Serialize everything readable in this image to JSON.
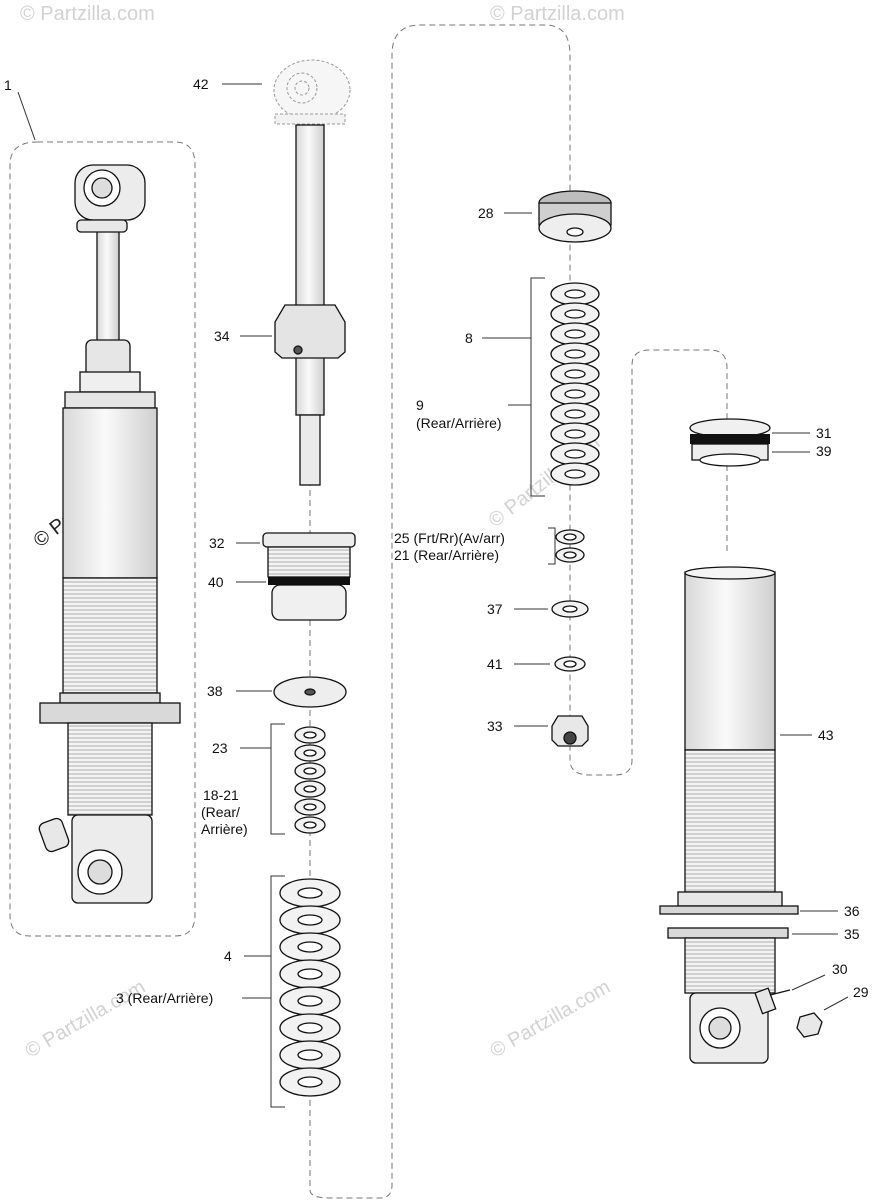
{
  "watermark": "© Partzilla.com",
  "callouts": {
    "c1": "1",
    "c42": "42",
    "c34": "34",
    "c32": "32",
    "c40": "40",
    "c38": "38",
    "c23": "23",
    "c18_21": "18-21",
    "c18_21_b": "(Rear/",
    "c18_21_c": "Arrière)",
    "c4": "4",
    "c3": "3 (Rear/Arrière)",
    "c28": "28",
    "c8": "8",
    "c9": "9",
    "c9_b": "(Rear/Arrière)",
    "c25": "25 (Frt/Rr)(Av/arr)",
    "c21": "21 (Rear/Arrière)",
    "c37": "37",
    "c41": "41",
    "c33": "33",
    "c31": "31",
    "c39": "39",
    "c43": "43",
    "c36": "36",
    "c35": "35",
    "c30": "30",
    "c29": "29"
  }
}
